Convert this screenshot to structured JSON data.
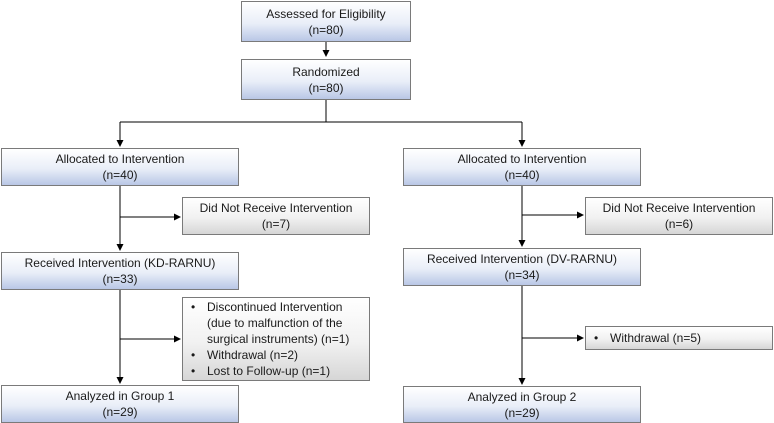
{
  "assessed": {
    "title": "Assessed for Eligibility",
    "n": "(n=80)"
  },
  "randomized": {
    "title": "Randomized",
    "n": "(n=80)"
  },
  "left": {
    "allocated": {
      "title": "Allocated to Intervention",
      "n": "(n=40)"
    },
    "not_received": {
      "title": "Did Not Receive Intervention",
      "n": "(n=7)"
    },
    "received": {
      "title": "Received Intervention (KD-RARNU)",
      "n": "(n=33)"
    },
    "excluded": [
      "Discontinued Intervention (due to malfunction of the surgical instruments) (n=1)",
      "Withdrawal (n=2)",
      "Lost to Follow-up (n=1)"
    ],
    "analyzed": {
      "title": "Analyzed in Group 1",
      "n": "(n=29)"
    }
  },
  "right": {
    "allocated": {
      "title": "Allocated to Intervention",
      "n": "(n=40)"
    },
    "not_received": {
      "title": "Did Not Receive Intervention",
      "n": "(n=6)"
    },
    "received": {
      "title": "Received Intervention (DV-RARNU)",
      "n": "(n=34)"
    },
    "excluded": [
      "Withdrawal (n=5)"
    ],
    "analyzed": {
      "title": "Analyzed in Group 2",
      "n": "(n=29)"
    }
  }
}
